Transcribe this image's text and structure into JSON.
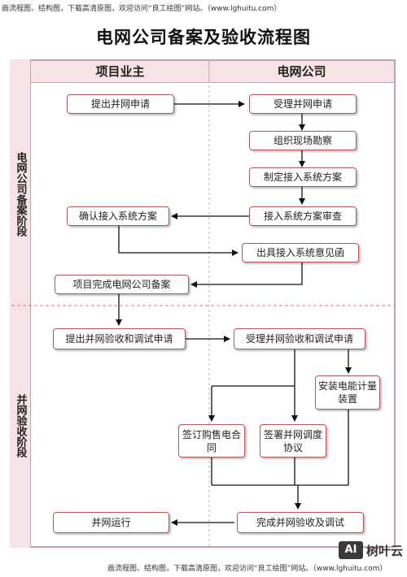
{
  "banner": {
    "top": "画流程图、结构图，下载高清原图，欢迎访问“良工绘图”网站。（www.lghuitu.com）",
    "bottom": "画流程图、结构图，下载高清原图，欢迎访问“良工绘图”网站。（www.lghuitu.com）"
  },
  "title": "电网公司备案及验收流程图",
  "columns": [
    "项目业主",
    "电网公司"
  ],
  "phases": [
    "电网公司备案阶段",
    "并网验收阶段"
  ],
  "nodes": {
    "owner_apply": "提出并网申请",
    "grid_accept": "受理并网申请",
    "grid_survey": "组织现场勘察",
    "grid_plan": "制定接入系统方案",
    "grid_review": "接入系统方案审查",
    "owner_confirm": "确认接入系统方案",
    "grid_opinion": "出具接入系统意见函",
    "owner_filed": "项目完成电网公司备案",
    "owner_accept_apply": "提出并网验收和调试申请",
    "grid_accept_apply": "受理并网验收和调试申请",
    "grid_meter": "安装电能计量装置",
    "sign_contract": "签订购售电合同",
    "sign_dispatch": "签署并网调度协议",
    "grid_complete": "完成并网验收及调试",
    "owner_run": "并网运行"
  },
  "logo": {
    "badge": "AI",
    "text": "树叶云"
  },
  "colors": {
    "border": "#b5565f",
    "header_bg": "#f6e3e6",
    "frame": "#c9a0a5"
  }
}
